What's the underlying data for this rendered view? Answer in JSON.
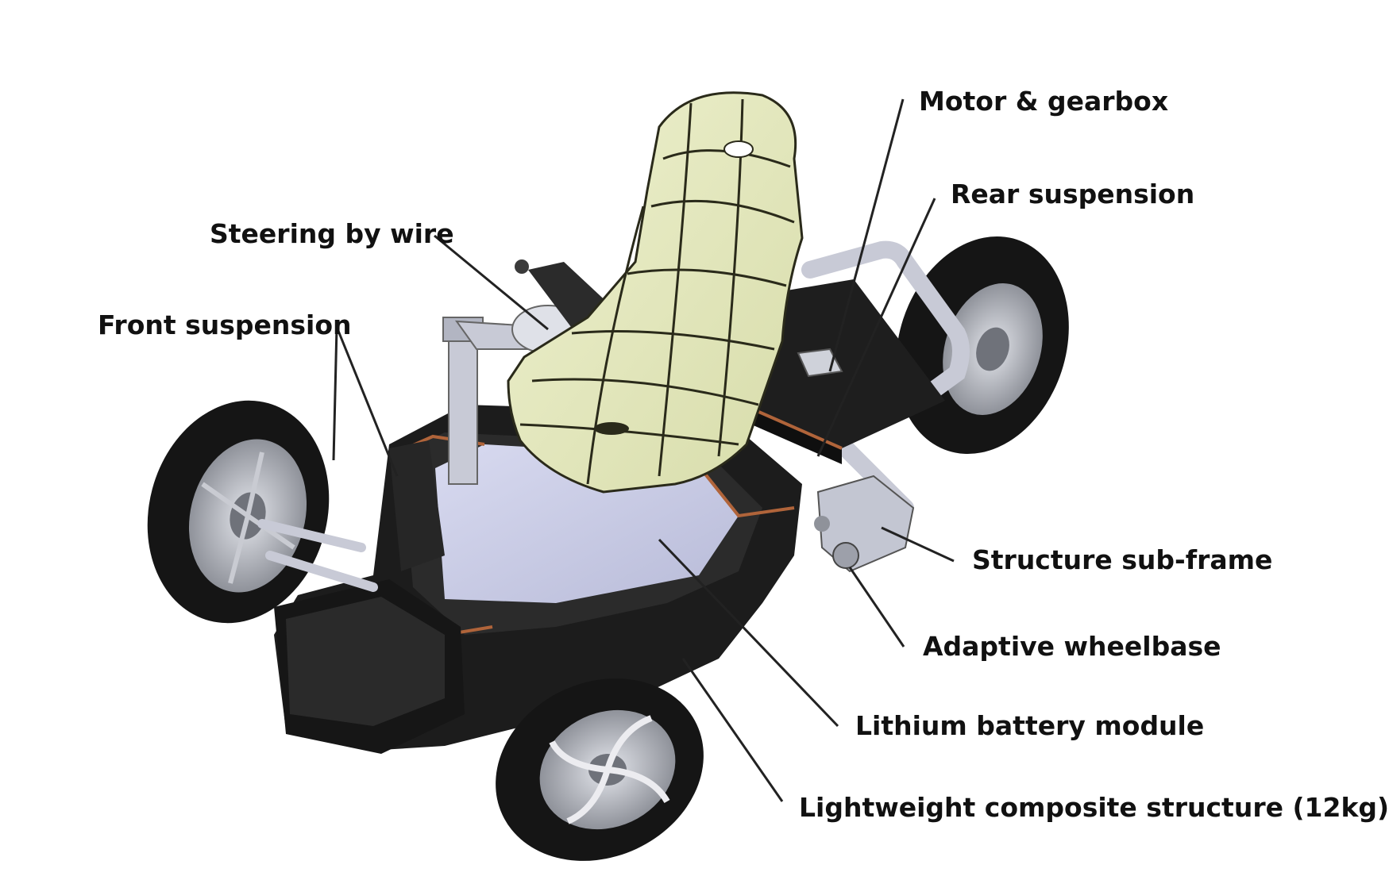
{
  "labels": {
    "motor_gearbox": "Motor & gearbox",
    "rear_suspension": "Rear suspension",
    "steering_by_wire": "Steering by wire",
    "front_suspension": "Front suspension",
    "structure_subframe": "Structure sub-frame",
    "adaptive_wheelbase": "Adaptive wheelbase",
    "lithium_battery": "Lithium battery module",
    "composite_structure": "Lightweight composite structure (12kg)"
  },
  "colors": {
    "tire": "#151515",
    "rim": "#b9bcc3",
    "body": "#1c1c1c",
    "body_highlight": "#3a3a3a",
    "copper_trim": "#b0643a",
    "floor": "#c9cbe4",
    "seat": "#e8ecc4",
    "seat_lines": "#2a2a1a",
    "frame": "#c8cad6",
    "leader": "#222222",
    "text": "#111111"
  }
}
